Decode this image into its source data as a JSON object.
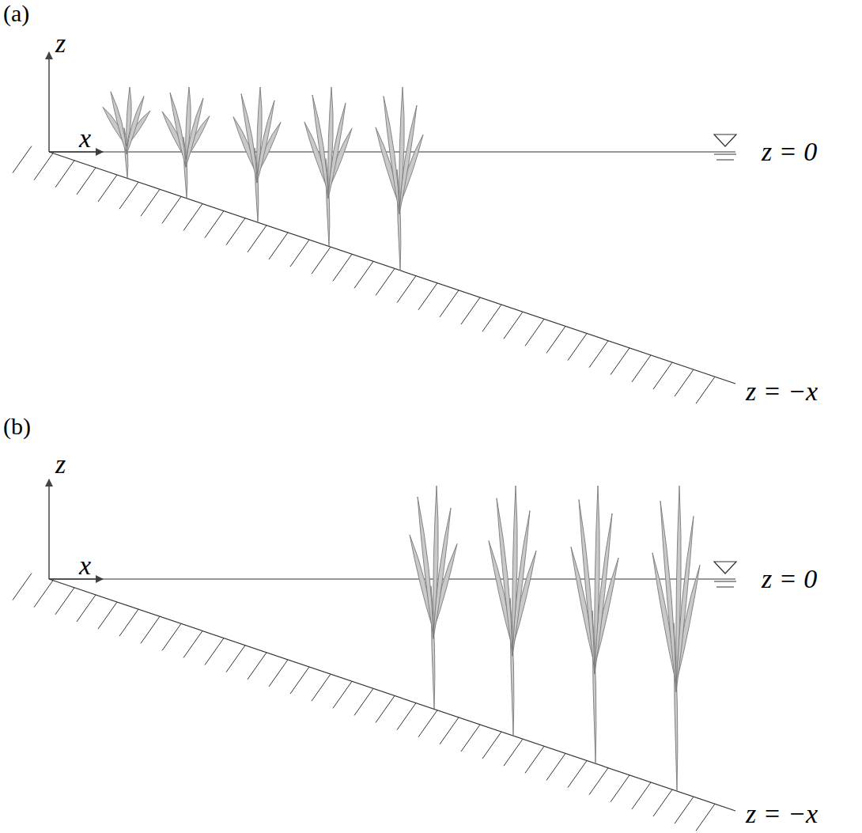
{
  "diagram": {
    "labels": [
      "(a)",
      "z",
      "x",
      "z = 0",
      "z = −x",
      "(b)",
      "z",
      "x",
      "z = 0",
      "z = −x"
    ]
  }
}
